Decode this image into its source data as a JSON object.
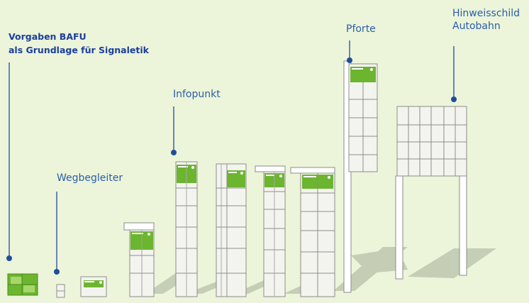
{
  "title": {
    "line1": "Vorgaben BAFU",
    "line2": "als Grundlage für Signaletik"
  },
  "labels": {
    "wegbegleiter": "Wegbegleiter",
    "infopunkt": "Infopunkt",
    "pforte": "Pforte",
    "hinweisschild_line1": "Hinweisschild",
    "hinweisschild_line2": "Autobahn"
  },
  "colors": {
    "background": "#ecf4da",
    "panel": "#f4f4ef",
    "grid": "#8c8c8c",
    "sign_green": "#67b32d",
    "sign_white": "#ffffff",
    "shadow": "#bcc4ad",
    "marker": "#1f4e9a",
    "label_text": "#2a5fa6",
    "title_text": "#1b3f9c"
  }
}
